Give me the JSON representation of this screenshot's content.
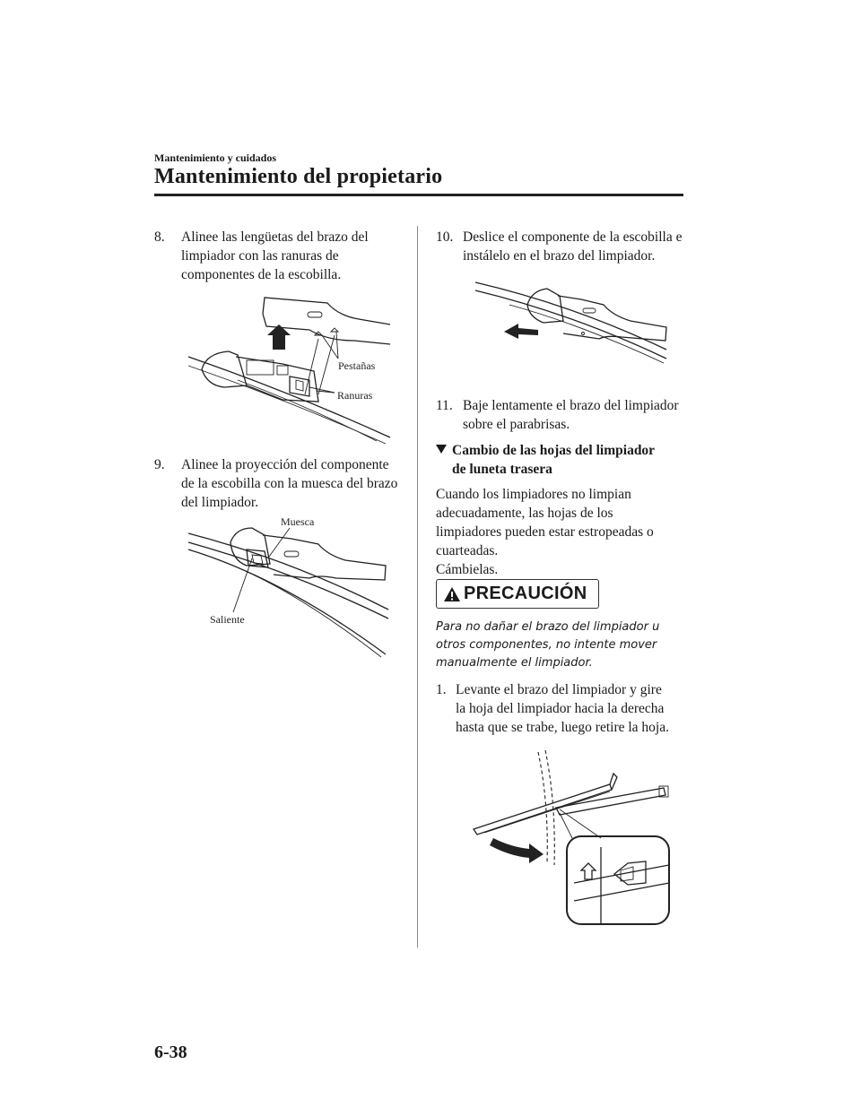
{
  "header": {
    "section": "Mantenimiento y cuidados",
    "title": "Mantenimiento del propietario"
  },
  "left": {
    "step8": {
      "num": "8.",
      "lines": [
        "Alinee las lengüetas del brazo del",
        "limpiador con las ranuras de",
        "componentes de la escobilla."
      ]
    },
    "fig1": {
      "label_tabs": "Pestañas",
      "label_slots": "Ranuras"
    },
    "step9": {
      "num": "9.",
      "lines": [
        "Alinee la proyección del componente",
        "de la escobilla con la muesca del brazo",
        "del limpiador."
      ]
    },
    "fig2": {
      "label_notch": "Muesca",
      "label_protrusion": "Saliente"
    }
  },
  "right": {
    "step10": {
      "num": "10.",
      "lines": [
        "Deslice el componente de la escobilla e",
        "instálelo en el brazo del limpiador."
      ]
    },
    "step11": {
      "num": "11.",
      "lines": [
        "Baje lentamente el brazo del limpiador",
        "sobre el parabrisas."
      ]
    },
    "subheading": {
      "lines": [
        "Cambio de las hojas del limpiador",
        "de luneta trasera"
      ]
    },
    "para": [
      "Cuando los limpiadores no limpian",
      "adecuadamente, las hojas de los",
      "limpiadores pueden estar estropeadas o",
      "cuarteadas.",
      "Cámbielas."
    ],
    "caution": {
      "label": "PRECAUCIÓN",
      "text": [
        "Para no dañar el brazo del limpiador u",
        "otros componentes, no intente mover",
        "manualmente el limpiador."
      ]
    },
    "step1": {
      "num": "1.",
      "lines": [
        "Levante el brazo del limpiador y gire",
        "la hoja del limpiador hacia la derecha",
        "hasta que se trabe, luego retire la hoja."
      ]
    }
  },
  "footer": {
    "page_number": "6-38"
  }
}
